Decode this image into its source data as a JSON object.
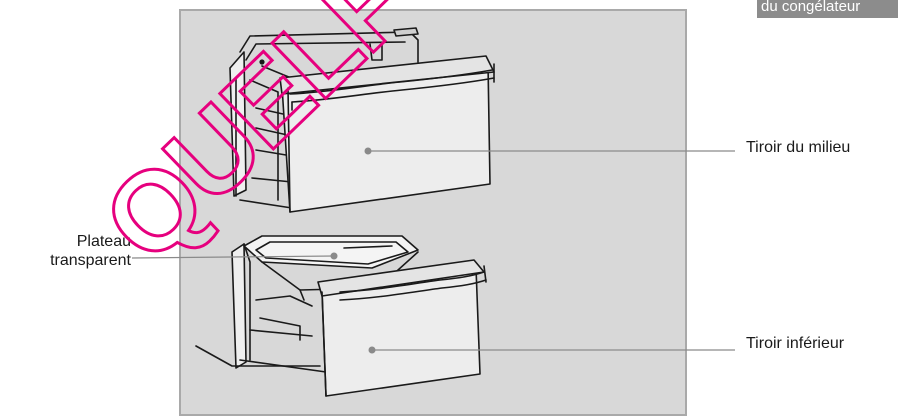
{
  "labels": {
    "middle_drawer": "Tiroir du milieu",
    "bottom_drawer": "Tiroir inférieur",
    "tray_line1": "Plateau",
    "tray_line2": "transparent",
    "corner_tag": "du congélateur"
  },
  "watermark": {
    "text": "QUELF",
    "color": "#e6007e"
  },
  "colors": {
    "panel": "#d8d8d8",
    "panel_border": "#a9a9a9",
    "drawer_face": "#ededed",
    "line": "#1a1a1a",
    "leader": "#8a8a8a"
  }
}
